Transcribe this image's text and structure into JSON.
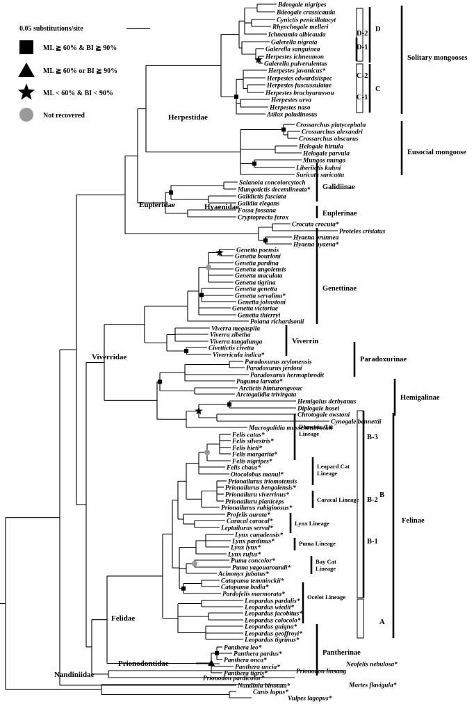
{
  "legend": {
    "scale": "0.05  substitutions/site",
    "items": [
      {
        "shape": "square",
        "label": "ML ≧ 60% & BI ≧ 90%"
      },
      {
        "shape": "triangle",
        "label": "ML ≧ 60% or BI ≧ 90%"
      },
      {
        "shape": "star",
        "label": "ML < 60% & BI < 90%"
      },
      {
        "shape": "circle",
        "label": "Not recovered",
        "color": "#999999"
      }
    ]
  },
  "families": [
    "Herpestidae",
    "Eupleridae",
    "Hyaenidae",
    "Viverridae",
    "Felidae",
    "Prionodontidae",
    "Nandiniidae"
  ],
  "taxa": [
    "Bdeogale nigripes",
    "Bdeogale crassicauda",
    "Cynictis penicillatacyt",
    "Rhynchogale melleri",
    "Ichneumia albicauda",
    "Galerella nigrata",
    "Galerella sanguinea",
    "Herpestes ichneumon",
    "Galerella pulverulentas",
    "Herpestes javanicus*",
    "Herpestes edwardsiispec",
    "Herpestes fuscussulatae",
    "Herpestes brachyurusvou",
    "Herpestes urva",
    "Herpestes naso",
    "Atilax paludinosus",
    "Crossarchus platycephalu",
    "Crossarchus alexandri",
    "Crossarchus obscurus",
    "Helogale hirtula",
    "Helogale parvula",
    "Mungos mungo",
    "Liberiictis kuhni",
    "Suricata suricatta",
    "Salanoia concolorcytoch",
    "Mungotictis decemlineata*",
    "Galidictis fasciata",
    "Galidia elegans",
    "Fossa fossana",
    "Cryptoprocta ferox",
    "Crocuta crocuta*",
    "Proteles cristatus",
    "Hyaena brunnea",
    "Hyaena hyaena*",
    "Genetta poensis",
    "Genetta bourloni",
    "Genetta pardina",
    "Genetta angolensis",
    "Genetta maculata",
    "Genetta tigrina",
    "Genetta genetta",
    "Genetta servalina*",
    "Genetta johnstoni",
    "Genetta victoriae",
    "Genetta thierryi",
    "Poiana richardsonii",
    "Viverra megaspila",
    "Viverra zibetha",
    "Viverra tangalunga",
    "Civettictis civetta",
    "Viverricula indica*",
    "Paradoxurus zeylonensis",
    "Paradoxurus jerdoni",
    "Paradoxurus hermaphrodit",
    "Paguma larvata*",
    "Arctictis binturongvouc",
    "Arctogalidia trivirgata",
    "Hemigalus derbyanus",
    "Diplogale hosei",
    "Chrotogale owstoni",
    "Cynogale bennettii",
    "Macrogalidia musschenbroekii",
    "Felis catus*",
    "Felis silvestris*",
    "Felis bieti*",
    "Felis margarita*",
    "Felis nigripes*",
    "Felis chaus*",
    "Otocolobus manul*",
    "Prionailurus iriomotensis",
    "Prionailurus bengalensis*",
    "Prionailuru viverrinus*",
    "Prionailuru planiceps",
    "Prionailurus rubiginosus*",
    "Profelis aurata*",
    "Caracal caracal*",
    "Leptailurus serval*",
    "Lynx canadensis*",
    "Lynx pardinus*",
    "Lynx lynx*",
    "Lynx rufus*",
    "Puma concolor*",
    "Puma yagouaroundi*",
    "Acinonyx jubatus*",
    "Catopuma temminckii*",
    "Catopuma badia*",
    "Pardofelis marmorata*",
    "Leopardus pardalis*",
    "Leopardus wiedii*",
    "Leopardus jacobitus*",
    "Leopardus colocolo*",
    "Leopardus guigna*",
    "Leopardus geoffroyi*",
    "Leopardus tigrinus*",
    "Panthera leo*",
    "Panthera pardus*",
    "Panthera onca*",
    "Panthera uncia*",
    "Panthera tigris*",
    "Neofelis nebulosa*",
    "Prionodon linsang",
    "Prionodon pardicolor*",
    "Nandinia binotata*",
    "Canis lupus*",
    "Vulpes lagopus*",
    "Martes flavigula*"
  ],
  "groups": [
    "D",
    "D-2",
    "D-1",
    "C",
    "C-2",
    "C-1",
    "Solitary mongooses",
    "Eusocial mongoose",
    "Galidiinae",
    "Euplerinae",
    "Genettinae",
    "Viverrin",
    "Paradoxurinae",
    "Hemigalinae",
    "B",
    "B-3",
    "B-2",
    "B-1",
    "A",
    "Felinae",
    "Pantherinae"
  ],
  "lineages": [
    "Domestic Cat\nLineage",
    "Leopard Cat\nLineage",
    "Caracal Lineage",
    "Lynx Lineage",
    "Puma Lineage",
    "Bay Cat\nLineage",
    "Ocelot Lineage"
  ]
}
